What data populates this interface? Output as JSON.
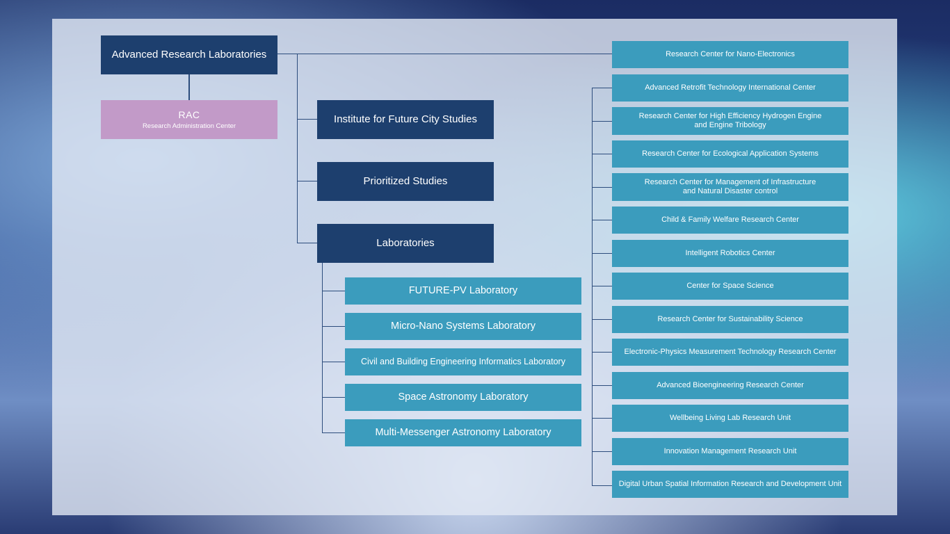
{
  "diagram": {
    "root": {
      "label": "Advanced Research Laboratories"
    },
    "rac": {
      "label": "RAC",
      "sublabel": "Research Administration Center"
    },
    "middle_nodes": [
      {
        "label": "Institute for Future City Studies"
      },
      {
        "label": "Prioritized Studies"
      },
      {
        "label": "Laboratories"
      }
    ],
    "laboratories": [
      {
        "label": "FUTURE-PV Laboratory"
      },
      {
        "label": "Micro-Nano Systems Laboratory"
      },
      {
        "label": "Civil and Building Engineering Informatics Laboratory"
      },
      {
        "label": "Space Astronomy Laboratory"
      },
      {
        "label": "Multi-Messenger Astronomy Laboratory"
      }
    ],
    "research_centers": [
      {
        "label": "Research Center for Nano-Electronics"
      },
      {
        "label": "Advanced Retrofit Technology International Center"
      },
      {
        "label": "Research Center for High Efficiency Hydrogen Engine",
        "label2": "and  Engine Tribology"
      },
      {
        "label": "Research Center for Ecological Application Systems"
      },
      {
        "label": "Research Center for Management of Infrastructure",
        "label2": "and Natural Disaster control"
      },
      {
        "label": "Child & Family Welfare Research Center"
      },
      {
        "label": "Intelligent Robotics Center"
      },
      {
        "label": "Center for Space Science"
      },
      {
        "label": "Research Center for Sustainability Science"
      },
      {
        "label": "Electronic-Physics Measurement Technology Research Center"
      },
      {
        "label": "Advanced Bioengineering Research Center"
      },
      {
        "label": "Wellbeing Living Lab Research Unit"
      },
      {
        "label": "Innovation Management Research Unit"
      },
      {
        "label": "Digital Urban Spatial Information Research and Development Unit"
      }
    ],
    "colors": {
      "navy": "#1d3f6e",
      "teal": "#3b9cbd",
      "pink": "#c29ac8",
      "connector": "#2c4c7c"
    }
  }
}
